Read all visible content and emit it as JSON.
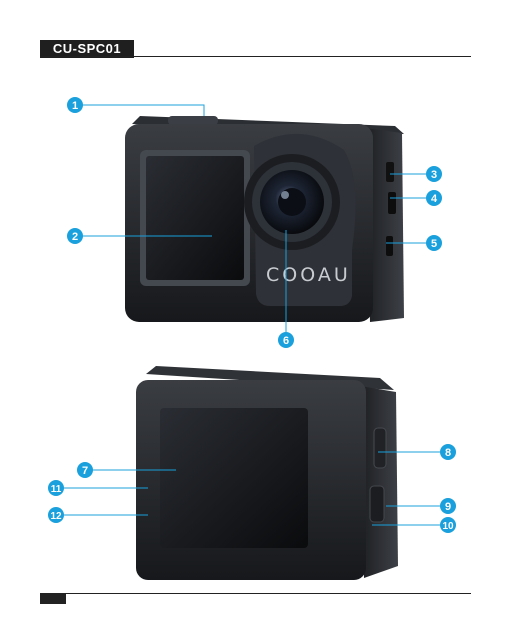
{
  "header": {
    "model": "CU-SPC01"
  },
  "camera_front": {
    "logo": "COOAU"
  },
  "callouts": {
    "c1": "1",
    "c2": "2",
    "c3": "3",
    "c4": "4",
    "c5": "5",
    "c6": "6",
    "c7": "7",
    "c8": "8",
    "c9": "9",
    "c10": "10",
    "c11": "11",
    "c12": "12"
  },
  "colors": {
    "callout": "#1aa0dc",
    "header_bg": "#1f1f1f"
  }
}
